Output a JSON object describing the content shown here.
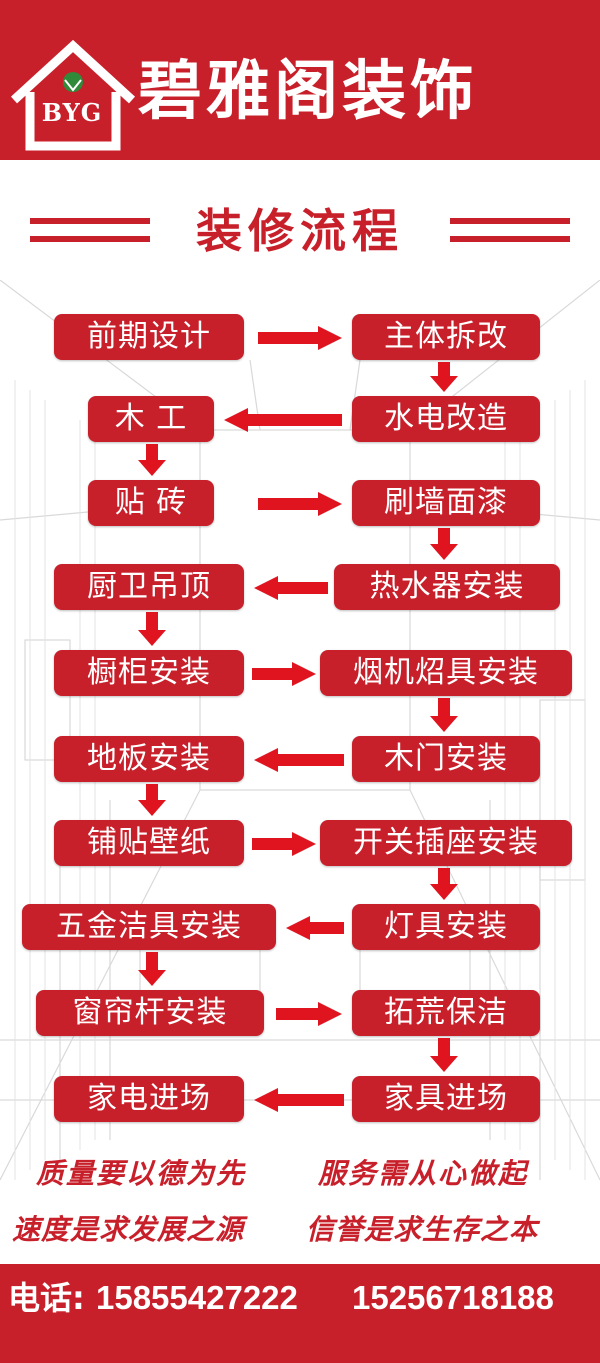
{
  "brand": {
    "name": "碧雅阁装饰",
    "logo_text": "BYG"
  },
  "title": "装修流程",
  "steps": [
    "前期设计",
    "主体拆改",
    "水电改造",
    "木  工",
    "贴  砖",
    "刷墙面漆",
    "热水器安装",
    "厨卫吊顶",
    "橱柜安装",
    "烟机炤具安装",
    "木门安装",
    "地板安装",
    "铺贴壁纸",
    "开关插座安装",
    "灯具安装",
    "五金洁具安装",
    "窗帘杆安装",
    "拓荒保洁",
    "家具进场",
    "家电进场"
  ],
  "slogans": {
    "line1_a": "质量要以德为先",
    "line1_b": "服务需从心做起",
    "line2_a": "速度是求发展之源",
    "line2_b": "信誉是求生存之本"
  },
  "contact": {
    "label": "电话:",
    "phone_1": "15855427222",
    "phone_2": "15256718188"
  },
  "colors": {
    "brand_red": "#c8202b",
    "background": "#ffffff",
    "text_on_red": "#ffffff"
  }
}
